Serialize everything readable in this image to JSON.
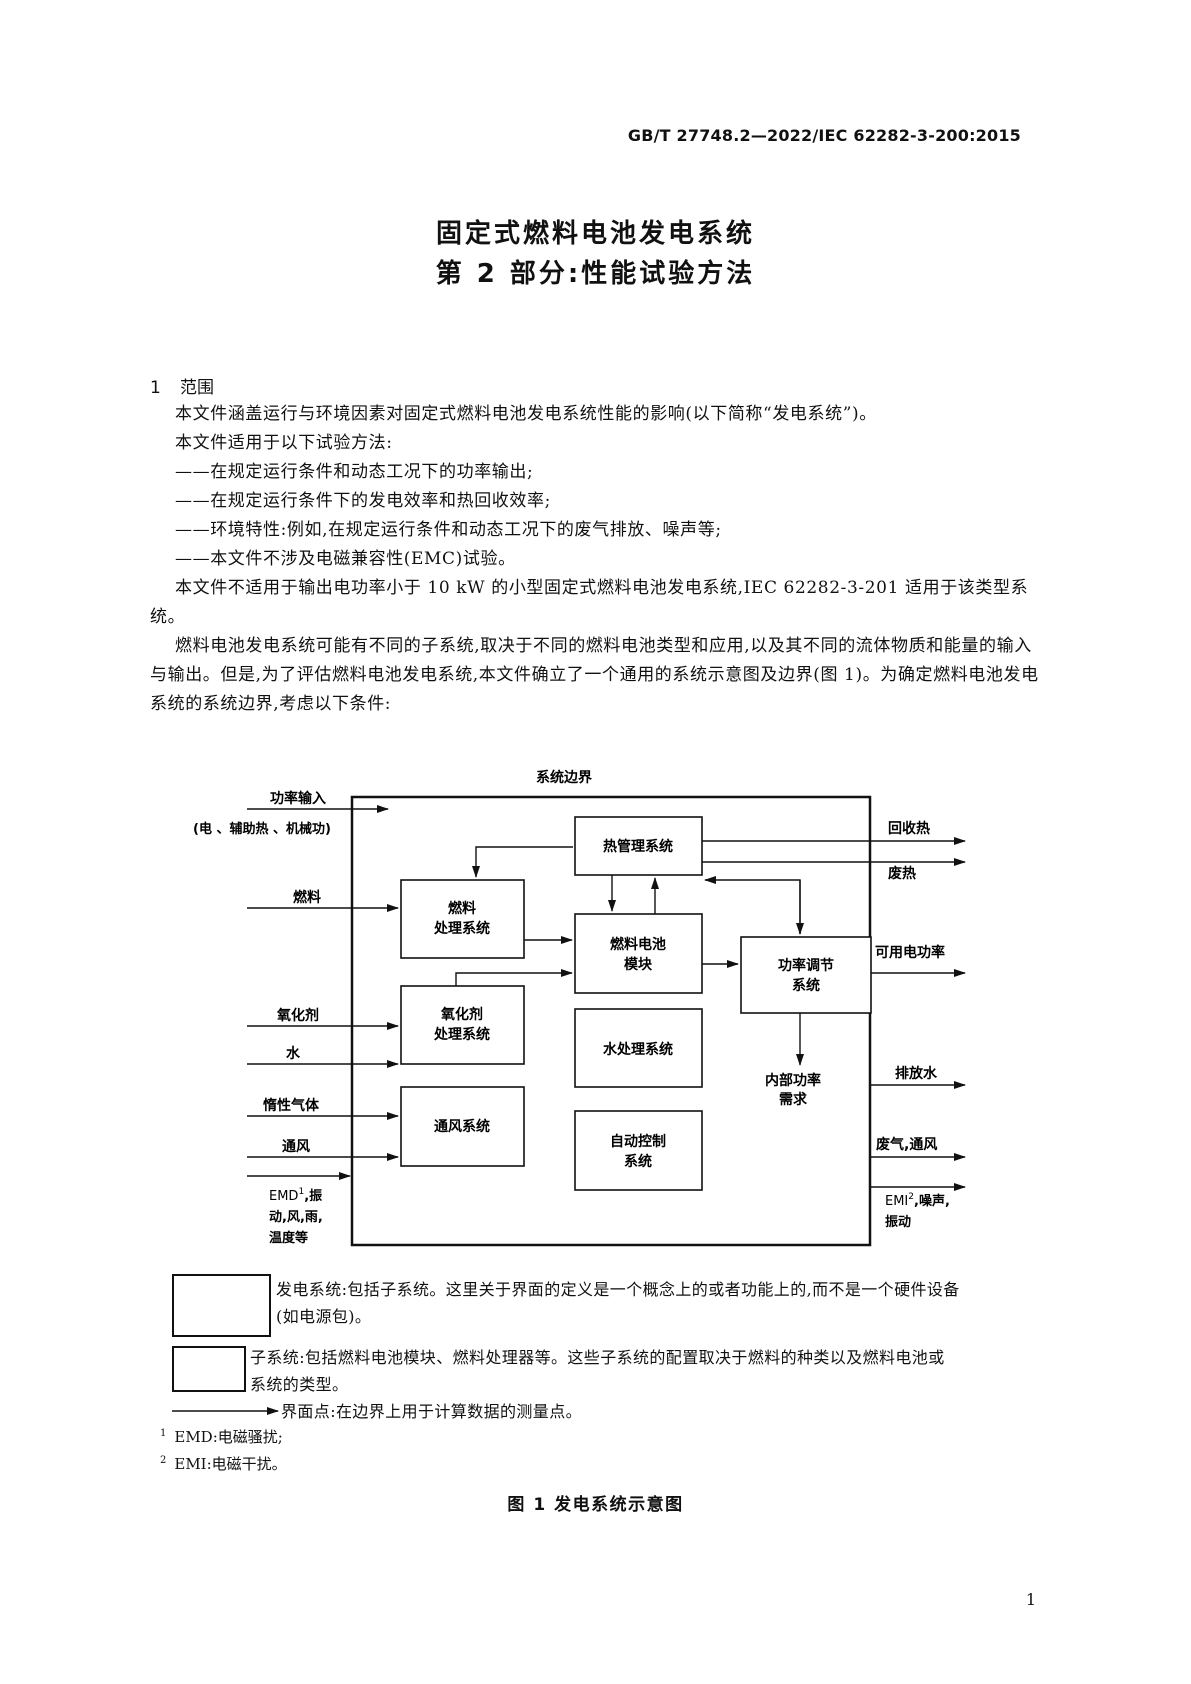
{
  "header": {
    "standard_code": "GB/T 27748.2—2022/IEC 62282-3-200:2015"
  },
  "title": {
    "line1": "固定式燃料电池发电系统",
    "line2": "第 2 部分:性能试验方法"
  },
  "section": {
    "number": "1",
    "heading": "范围"
  },
  "paragraphs": {
    "p1": "本文件涵盖运行与环境因素对固定式燃料电池发电系统性能的影响(以下简称“发电系统”)。",
    "p2": "本文件适用于以下试验方法:",
    "b1": "——在规定运行条件和动态工况下的功率输出;",
    "b2": "——在规定运行条件下的发电效率和热回收效率;",
    "b3": "——环境特性:例如,在规定运行条件和动态工况下的废气排放、噪声等;",
    "b4": "——本文件不涉及电磁兼容性(EMC)试验。",
    "p3": "本文件不适用于输出电功率小于 10 kW 的小型固定式燃料电池发电系统,IEC 62282-3-201 适用于该类型系统。",
    "p4": "燃料电池发电系统可能有不同的子系统,取决于不同的燃料电池类型和应用,以及其不同的流体物质和能量的输入与输出。但是,为了评估燃料电池发电系统,本文件确立了一个通用的系统示意图及边界(图 1)。为确定燃料电池发电系统的系统边界,考虑以下条件:"
  },
  "diagram": {
    "boundary_label": "系统边界",
    "inputs": {
      "power_in": "功率输入",
      "power_in_sub": "(电 、辅助热 、机械功)",
      "fuel": "燃料",
      "oxidant": "氧化剂",
      "water": "水",
      "inert_gas": "惰性气体",
      "ventilation": "通风",
      "emd_line1": "EMD",
      "emd_sup": "1",
      "emd_line1_rest": ",振",
      "emd_line2": "动,风,雨,",
      "emd_line3": "温度等"
    },
    "outputs": {
      "recovered_heat": "回收热",
      "waste_heat": "废热",
      "usable_power": "可用电功率",
      "drain_water": "排放水",
      "exhaust": "废气,通风",
      "emi_line1": "EMI",
      "emi_sup": "2",
      "emi_line1_rest": ",噪声,",
      "emi_line2": "振动"
    },
    "blocks": {
      "thermal": "热管理系统",
      "fuel_proc_1": "燃料",
      "fuel_proc_2": "处理系统",
      "fc_module_1": "燃料电池",
      "fc_module_2": "模块",
      "power_cond_1": "功率调节",
      "power_cond_2": "系统",
      "oxidant_proc_1": "氧化剂",
      "oxidant_proc_2": "处理系统",
      "water_treat": "水处理系统",
      "ventilation_sys": "通风系统",
      "auto_ctrl_1": "自动控制",
      "auto_ctrl_2": "系统",
      "internal_power_1": "内部功率",
      "internal_power_2": "需求"
    }
  },
  "legend": {
    "system_line1": "发电系统:包括子系统。这里关于界面的定义是一个概念上的或者功能上的,而不是一个硬件设备",
    "system_line2": "(如电源包)。",
    "subsystem_line1": "子系统:包括燃料电池模块、燃料处理器等。这些子系统的配置取决于燃料的种类以及燃料电池或",
    "subsystem_line2": "系统的类型。",
    "interface": "界面点:在边界上用于计算数据的测量点。"
  },
  "notes": {
    "n1_mark": "1",
    "n1": "EMD:电磁骚扰;",
    "n2_mark": "2",
    "n2": "EMI:电磁干扰。"
  },
  "figure_caption": "图 1    发电系统示意图",
  "page_number": "1"
}
